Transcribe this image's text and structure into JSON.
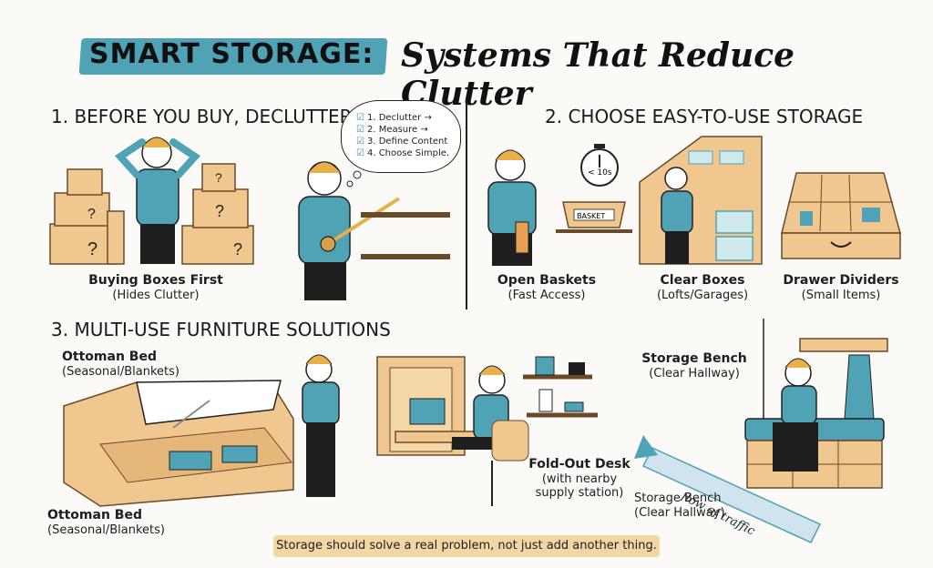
{
  "title": {
    "part1": "SMART STORAGE:",
    "part2": "Systems That Reduce Clutter"
  },
  "sections": [
    {
      "heading": "1. BEFORE YOU BUY, DECLUTTER"
    },
    {
      "heading": "2. CHOOSE EASY-TO-USE STORAGE"
    },
    {
      "heading": "3. MULTI-USE FURNITURE SOLUTIONS"
    }
  ],
  "checklist": [
    "1. Declutter →",
    "2. Measure →",
    "3. Define Content",
    "4. Choose Simple."
  ],
  "box_mark": "?",
  "captions": {
    "buying_boxes": {
      "title": "Buying Boxes First",
      "sub": "(Hides Clutter)"
    },
    "open_baskets": {
      "title": "Open Baskets",
      "sub": "(Fast Access)"
    },
    "clear_boxes": {
      "title": "Clear Boxes",
      "sub": "(Lofts/Garages)"
    },
    "drawer_dividers": {
      "title": "Drawer Dividers",
      "sub": "(Small Items)"
    },
    "ottoman_top": {
      "title": "Ottoman Bed",
      "sub": "(Seasonal/Blankets)"
    },
    "ottoman_bottom": {
      "title": "Ottoman Bed",
      "sub": "(Seasonal/Blankets)"
    },
    "fold_out_desk": {
      "title": "Fold-Out Desk",
      "sub1": "(with nearby",
      "sub2": "supply station)"
    },
    "bench_top": {
      "title": "Storage Bench",
      "sub": "(Clear Hallway)"
    },
    "bench_bottom": {
      "title": "Storage Bench",
      "sub": "(Clear Hallway)"
    }
  },
  "timer_label": "< 10s",
  "basket_label": "BASKET",
  "traffic_label": "flow of traffic",
  "footer": "Storage should solve a real problem, not just add another thing.",
  "colors": {
    "teal": "#4fa3b4",
    "tan": "#f0c78f",
    "cream": "#fbfaf6",
    "ink": "#1e1e1e",
    "footer_bg": "#f2d6a4"
  }
}
